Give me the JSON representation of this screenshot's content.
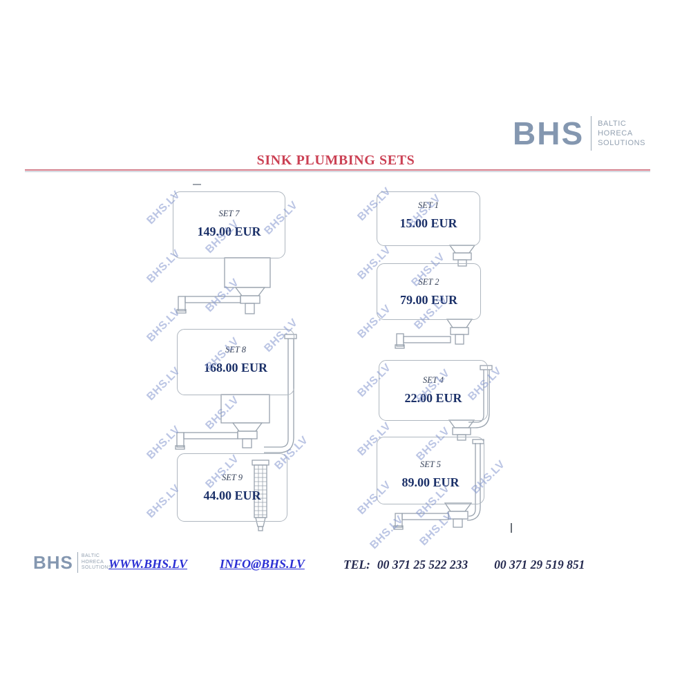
{
  "header": {
    "logo": {
      "brand": "BHS",
      "line1": "BALTIC",
      "line2": "HORECA",
      "line3": "SOLUTIONS"
    },
    "title": "SINK PLUMBING SETS"
  },
  "watermark_text": "BHS.LV",
  "products": {
    "left": [
      {
        "set_label": "SET 7",
        "price": "149.00 EUR"
      },
      {
        "set_label": "SET 8",
        "price": "168.00 EUR"
      },
      {
        "set_label": "SET 9",
        "price": "44.00 EUR"
      }
    ],
    "right": [
      {
        "set_label": "SET 1",
        "price": "15.00 EUR"
      },
      {
        "set_label": "SET 2",
        "price": "79.00 EUR"
      },
      {
        "set_label": "SET 4",
        "price": "22.00 EUR"
      },
      {
        "set_label": "SET 5",
        "price": "89.00 EUR"
      }
    ]
  },
  "footer": {
    "logo": {
      "brand": "BHS",
      "line1": "BALTIC",
      "line2": "HORECA",
      "line3": "SOLUTIONS"
    },
    "website": "WWW.BHS.LV",
    "email": "INFO@BHS.LV",
    "tel_label": "TEL:",
    "phone1": "00 371  25 522 233",
    "phone2": "00 371 29 519 851"
  },
  "colors": {
    "title": "#cb4154",
    "price": "#1b3068",
    "link": "#2b2fd4",
    "logo": "#8497b0",
    "watermark": "#8496cd",
    "line_art": "#98a2ad"
  }
}
